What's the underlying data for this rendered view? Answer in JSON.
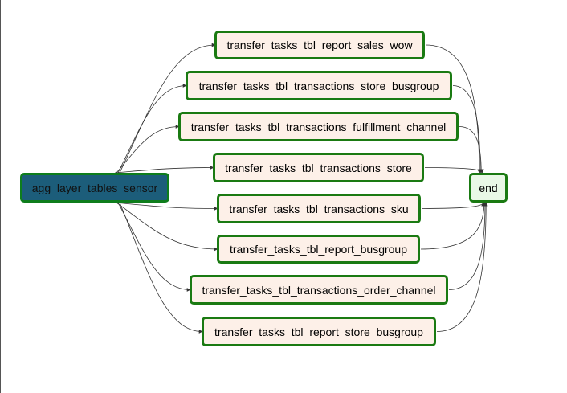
{
  "graph": {
    "source": {
      "id": "agg_layer_tables_sensor",
      "label": "agg_layer_tables_sensor",
      "color": "#1c5d7a"
    },
    "sink": {
      "id": "end",
      "label": "end",
      "color": "#e9f8e6"
    },
    "tasks": [
      {
        "id": "t1",
        "label": "transfer_tasks_tbl_report_sales_wow"
      },
      {
        "id": "t2",
        "label": "transfer_tasks_tbl_transactions_store_busgroup"
      },
      {
        "id": "t3",
        "label": "transfer_tasks_tbl_transactions_fulfillment_channel"
      },
      {
        "id": "t4",
        "label": "transfer_tasks_tbl_transactions_store"
      },
      {
        "id": "t5",
        "label": "transfer_tasks_tbl_transactions_sku"
      },
      {
        "id": "t6",
        "label": "transfer_tasks_tbl_report_busgroup"
      },
      {
        "id": "t7",
        "label": "transfer_tasks_tbl_transactions_order_channel"
      },
      {
        "id": "t8",
        "label": "transfer_tasks_tbl_report_store_busgroup"
      }
    ],
    "colors": {
      "task_fill": "#fdf0e8",
      "border": "#1a7a12",
      "edge": "#333333"
    }
  }
}
